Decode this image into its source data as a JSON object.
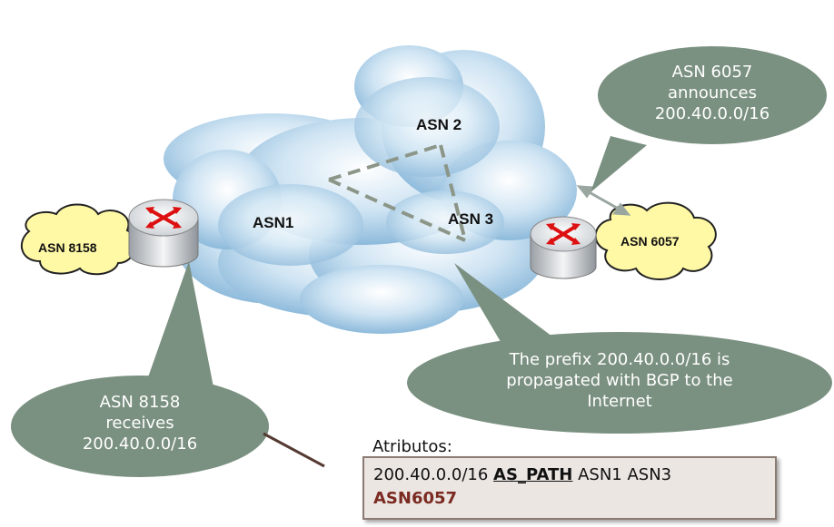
{
  "clouds": {
    "asn1": "ASN1",
    "asn2": "ASN 2",
    "asn3": "ASN 3",
    "asn8158": "ASN 8158",
    "asn6057": "ASN 6057"
  },
  "callouts": {
    "announces": [
      "ASN 6057",
      "announces",
      "200.40.0.0/16"
    ],
    "receives": [
      "ASN 8158",
      "receives",
      "200.40.0.0/16"
    ],
    "propagated": [
      "The prefix 200.40.0.0/16 is",
      "propagated with BGP to the",
      "Internet"
    ]
  },
  "attributes": {
    "title": "Atributos:",
    "prefix": "200.40.0.0/16",
    "as_path_label": "AS_PATH",
    "path": "ASN1 ASN3",
    "origin": "ASN6057"
  },
  "colors": {
    "callout_fill": "#7a9080",
    "cloud_blue": "#a9cce6",
    "cloud_yellow": "#fff9a6",
    "dash_line": "#8c9688",
    "origin_text": "#7a2a20"
  },
  "icons": [
    "router-icon",
    "router-icon"
  ]
}
